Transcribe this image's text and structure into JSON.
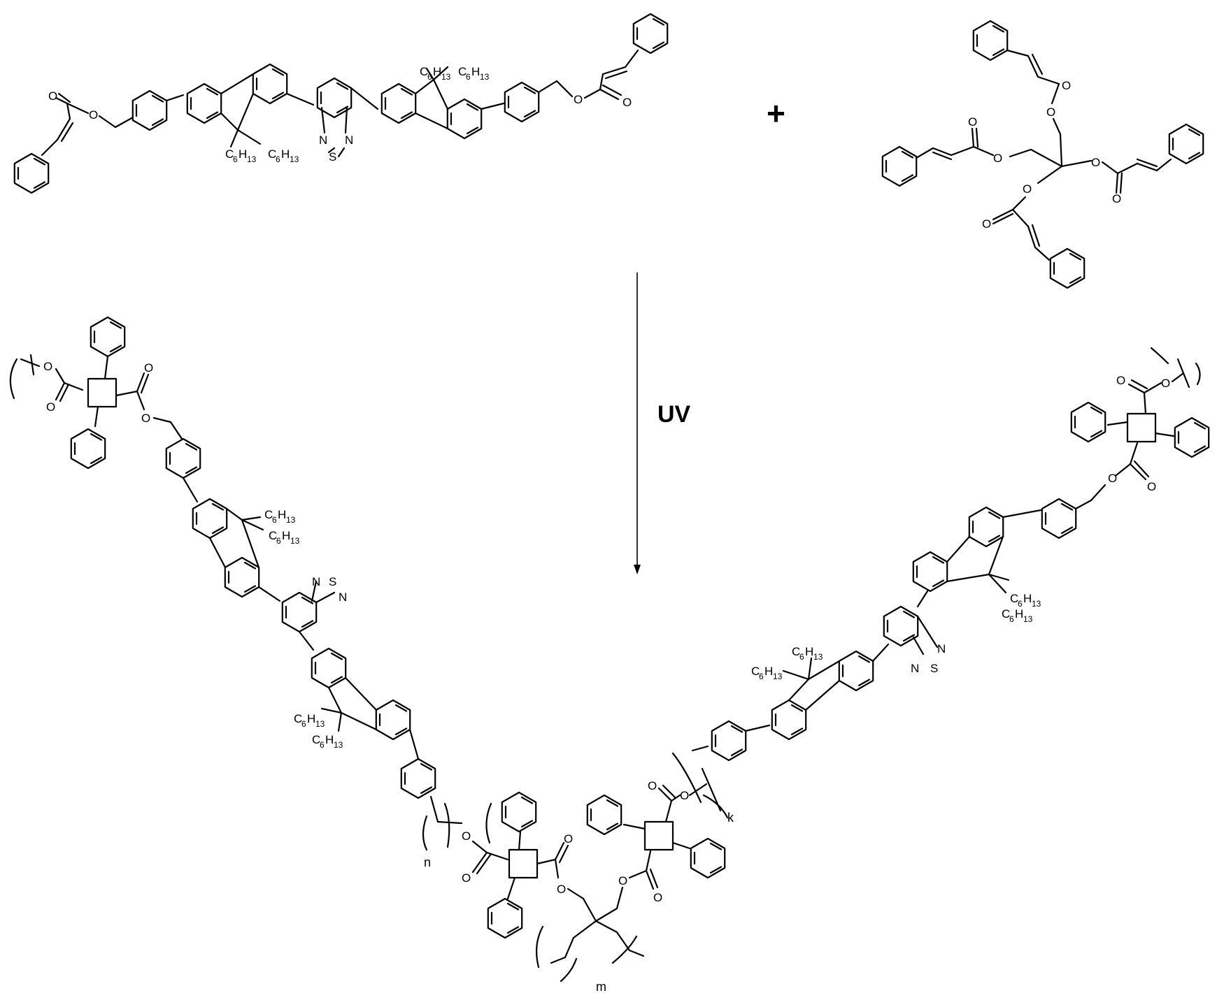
{
  "plus_sign": "+",
  "arrow_label": "UV",
  "repeat_indices": {
    "n": "n",
    "m": "m",
    "k": "k"
  },
  "atoms": {
    "oxygen": "O",
    "nitrogen": "N",
    "sulfur": "S",
    "carbon": "C",
    "hydrogen": "H"
  },
  "hexyl": {
    "c": "C",
    "c_count": "6",
    "h": "H",
    "h_count": "13"
  }
}
